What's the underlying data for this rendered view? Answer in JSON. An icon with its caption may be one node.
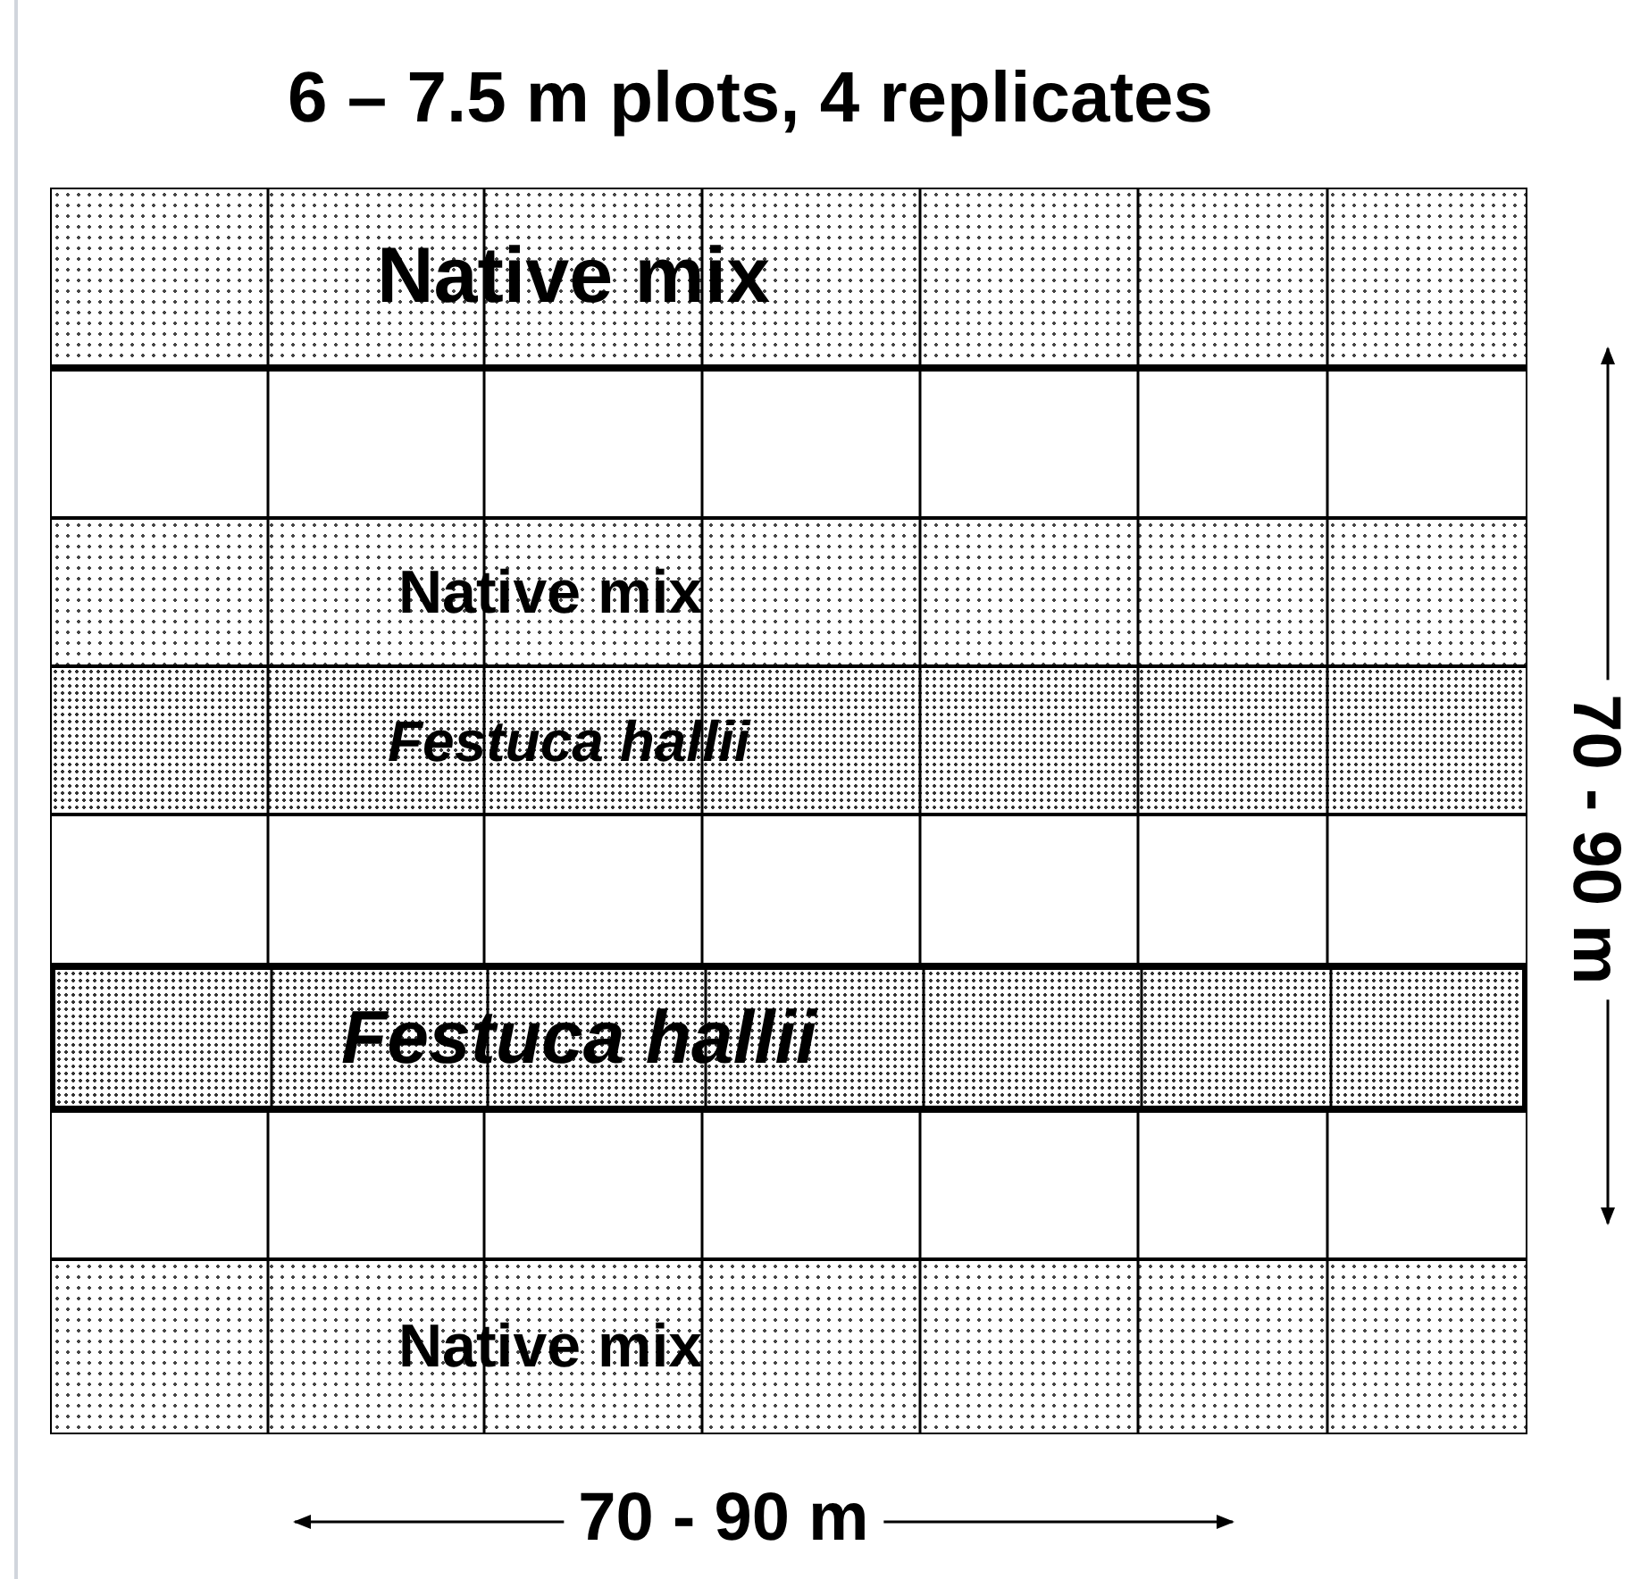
{
  "diagram": {
    "title": "6 – 7.5 m plots, 4 replicates",
    "nodes": [
      {
        "text": [
          "Native mix"
        ]
      },
      {
        "text": [],
        "shape": "bar"
      },
      {
        "text": [
          "Native mix"
        ]
      },
      {
        "text": [
          "Festuca hallii"
        ]
      },
      {
        "text": [],
        "shape": "bar"
      },
      {
        "text": [
          "Festuca hallii"
        ]
      },
      {
        "text": [],
        "shape": "bar"
      },
      {
        "text": [
          "Native mix"
        ]
      }
    ],
    "edges": [],
    "labels": [
      "70 - 90 m",
      "70 - 90 m"
    ]
  }
}
